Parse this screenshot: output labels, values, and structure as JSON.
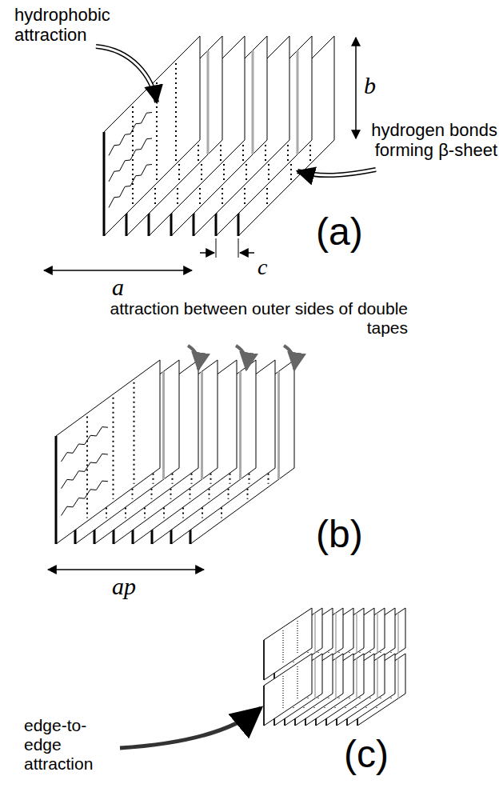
{
  "diagram": {
    "labels": [
      "hydrophobic attraction",
      "b",
      "hydrogen bonds forming β-sheet",
      "c",
      "(a)",
      "a",
      "attraction between outer sides of double tapes",
      "(b)",
      "ap",
      "(c)",
      "edge-to-edge attraction"
    ]
  }
}
